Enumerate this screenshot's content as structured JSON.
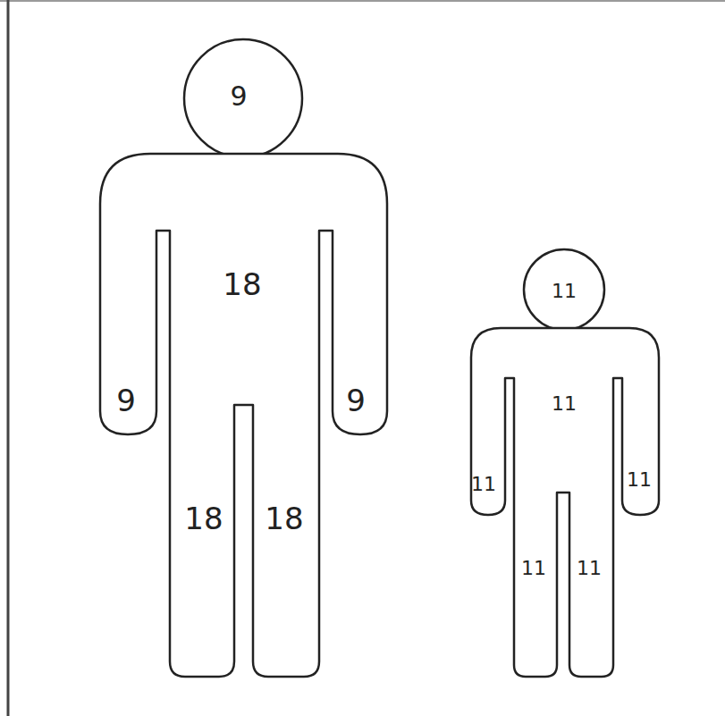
{
  "diagram": {
    "nodes": [
      {
        "text": [
          "9"
        ]
      },
      {
        "text": [
          "18",
          "9",
          "9",
          "18",
          "18"
        ]
      },
      {
        "text": [
          "11"
        ]
      },
      {
        "text": [
          "11",
          "11",
          "11",
          "11",
          "11"
        ]
      }
    ]
  }
}
